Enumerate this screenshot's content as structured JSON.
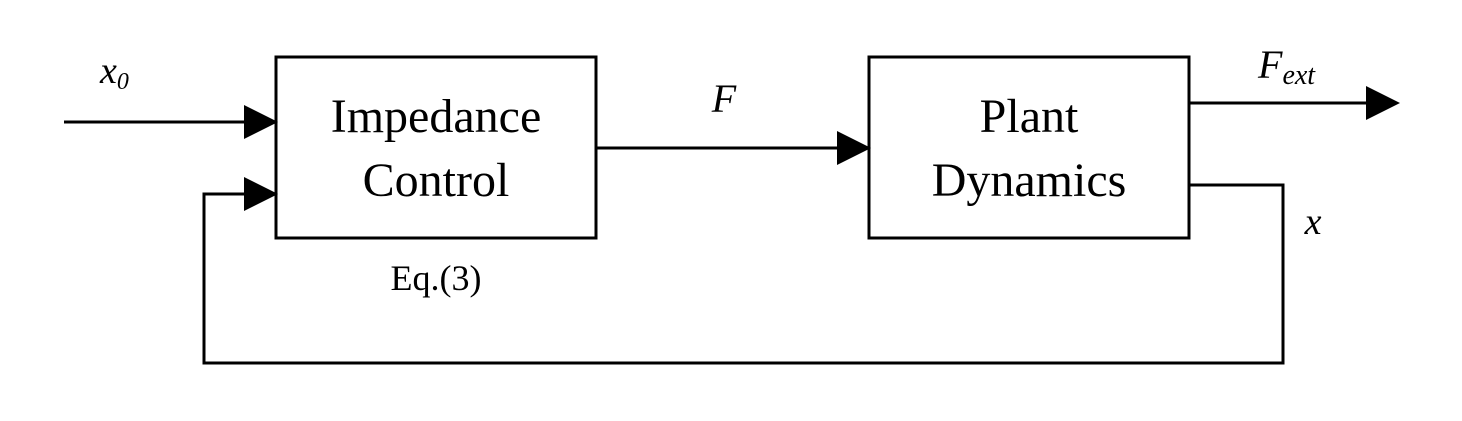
{
  "colors": {
    "line": "#000000",
    "background": "#ffffff"
  },
  "blocks": {
    "impedance_control": {
      "line1": "Impedance",
      "line2": "Control",
      "caption": "Eq.(3)"
    },
    "plant_dynamics": {
      "line1": "Plant",
      "line2": "Dynamics"
    }
  },
  "signals": {
    "input_reference": {
      "base": "x",
      "subscript": "0"
    },
    "control_force": {
      "base": "F"
    },
    "external_force": {
      "base": "F",
      "subscript": "ext"
    },
    "position_feedback": {
      "base": "x"
    }
  }
}
